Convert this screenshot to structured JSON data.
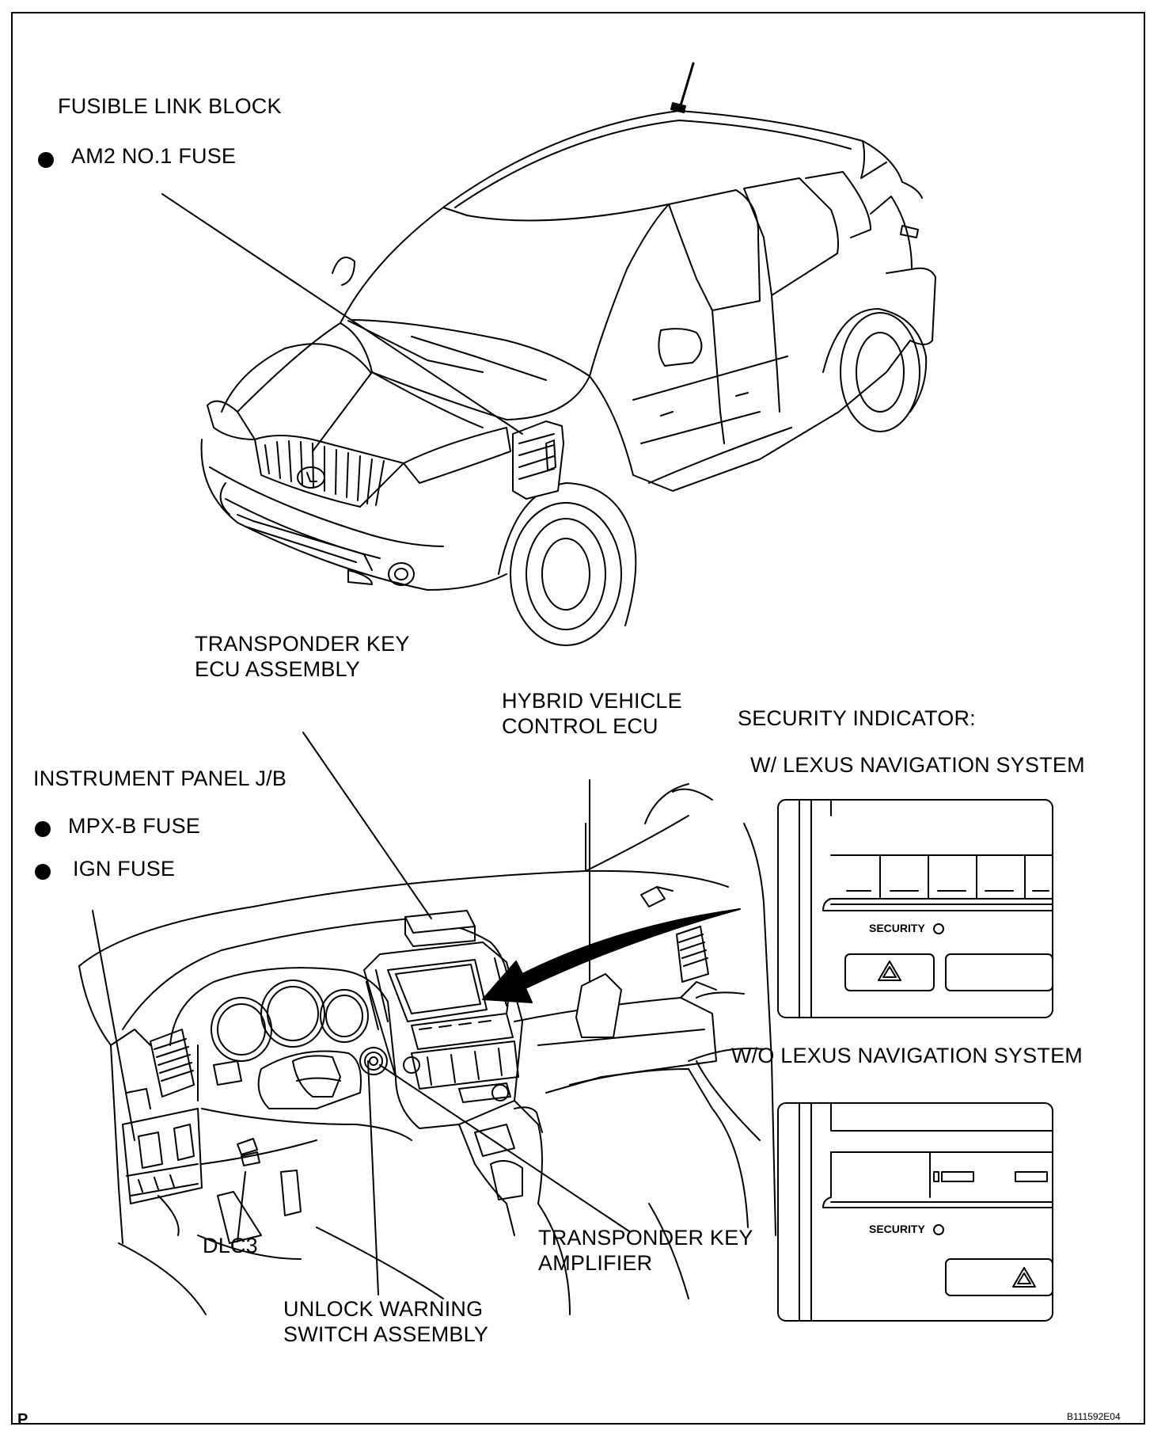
{
  "labels": {
    "fusible_link_block": "FUSIBLE LINK BLOCK",
    "am2_fuse": "AM2 NO.1 FUSE",
    "transponder_ecu_1": "TRANSPONDER KEY",
    "transponder_ecu_2": "ECU ASSEMBLY",
    "hybrid_ecu_1": "HYBRID VEHICLE",
    "hybrid_ecu_2": "CONTROL ECU",
    "security_indicator": "SECURITY INDICATOR:",
    "with_nav": "W/ LEXUS NAVIGATION SYSTEM",
    "without_nav": "W/O LEXUS NAVIGATION SYSTEM",
    "instrument_panel_jb": "INSTRUMENT PANEL J/B",
    "mpxb_fuse": "MPX-B FUSE",
    "ign_fuse": "IGN FUSE",
    "dlc3": "DLC3",
    "unlock_switch_1": "UNLOCK WARNING",
    "unlock_switch_2": "SWITCH ASSEMBLY",
    "transponder_amp_1": "TRANSPONDER KEY",
    "transponder_amp_2": "AMPLIFIER",
    "security_label_nav": "SECURITY",
    "security_label_no_nav": "SECURITY",
    "page_letter": "P",
    "figure_code": "B111592E04"
  }
}
